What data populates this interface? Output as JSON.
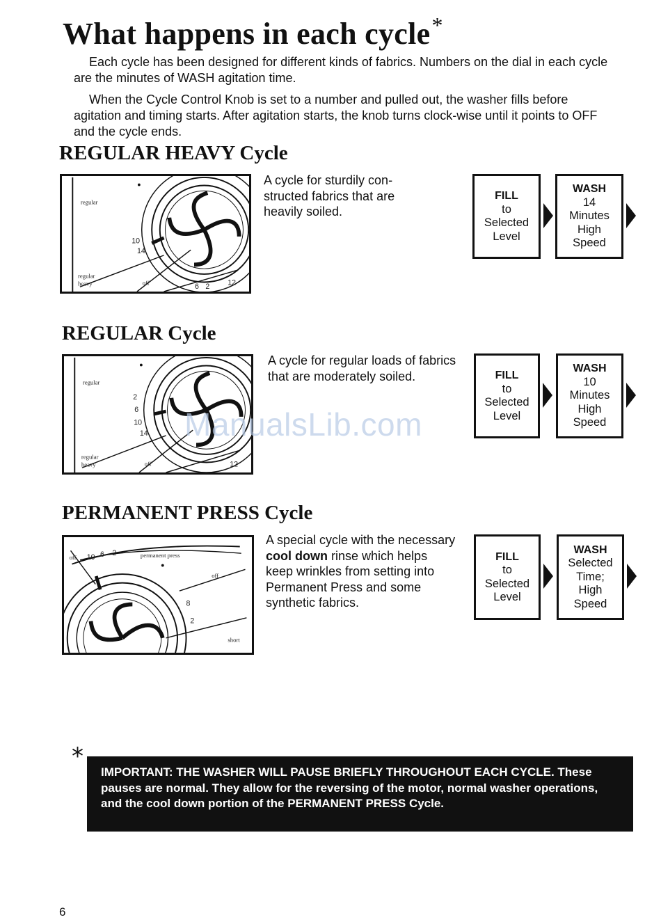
{
  "page": {
    "title": "What happens in each cycle",
    "title_mark": "*",
    "intro": [
      "Each cycle has been designed for different kinds of fabrics. Numbers on the dial in each cycle are the minutes of WASH agitation time.",
      "When the Cycle Control Knob is set to a number and pulled out, the washer fills before agitation and timing starts. After agitation starts, the knob turns clock-wise until it points to OFF and the cycle ends."
    ],
    "page_number": "6",
    "watermark": "ManualsLib.com"
  },
  "cycles": [
    {
      "heading": "REGULAR HEAVY Cycle",
      "description": "A cycle for sturdily con-structed fabrics that are heavily soiled.",
      "dial": {
        "labels": [
          "regular",
          "regular",
          "heavy",
          "off"
        ],
        "numbers": [
          "14",
          "10",
          "6",
          "2",
          "12"
        ]
      },
      "fill": {
        "title": "FILL",
        "lines": [
          "to",
          "Selected",
          "Level"
        ]
      },
      "wash": {
        "title": "WASH",
        "lines": [
          "14",
          "Minutes",
          "High",
          "Speed"
        ]
      }
    },
    {
      "heading": "REGULAR Cycle",
      "description": "A cycle for regular loads of fabrics that are moderately soiled.",
      "dial": {
        "labels": [
          "regular",
          "regular",
          "heavy",
          "off"
        ],
        "numbers": [
          "2",
          "6",
          "10",
          "14",
          "12"
        ]
      },
      "fill": {
        "title": "FILL",
        "lines": [
          "to",
          "Selected",
          "Level"
        ]
      },
      "wash": {
        "title": "WASH",
        "lines": [
          "10",
          "Minutes",
          "High",
          "Speed"
        ]
      }
    },
    {
      "heading": "PERMANENT PRESS Cycle",
      "description_parts": [
        "A special cycle with the necessary ",
        "cool down",
        " rinse which helps keep wrinkles from setting into Permanent Press and some synthetic fabrics."
      ],
      "dial": {
        "labels": [
          "permanent press",
          "off",
          "short",
          "off"
        ],
        "numbers": [
          "10",
          "6",
          "2",
          "8",
          "2"
        ]
      },
      "fill": {
        "title": "FILL",
        "lines": [
          "to",
          "Selected",
          "Level"
        ]
      },
      "wash": {
        "title": "WASH",
        "lines": [
          "Selected",
          "Time;",
          "High",
          "Speed"
        ]
      }
    }
  ],
  "notice": {
    "mark": "*",
    "text": "IMPORTANT: THE WASHER WILL PAUSE BRIEFLY THROUGHOUT EACH CYCLE. These pauses are normal. They allow for the reversing of the motor, normal washer operations, and the cool down portion of the PERMANENT PRESS Cycle."
  }
}
